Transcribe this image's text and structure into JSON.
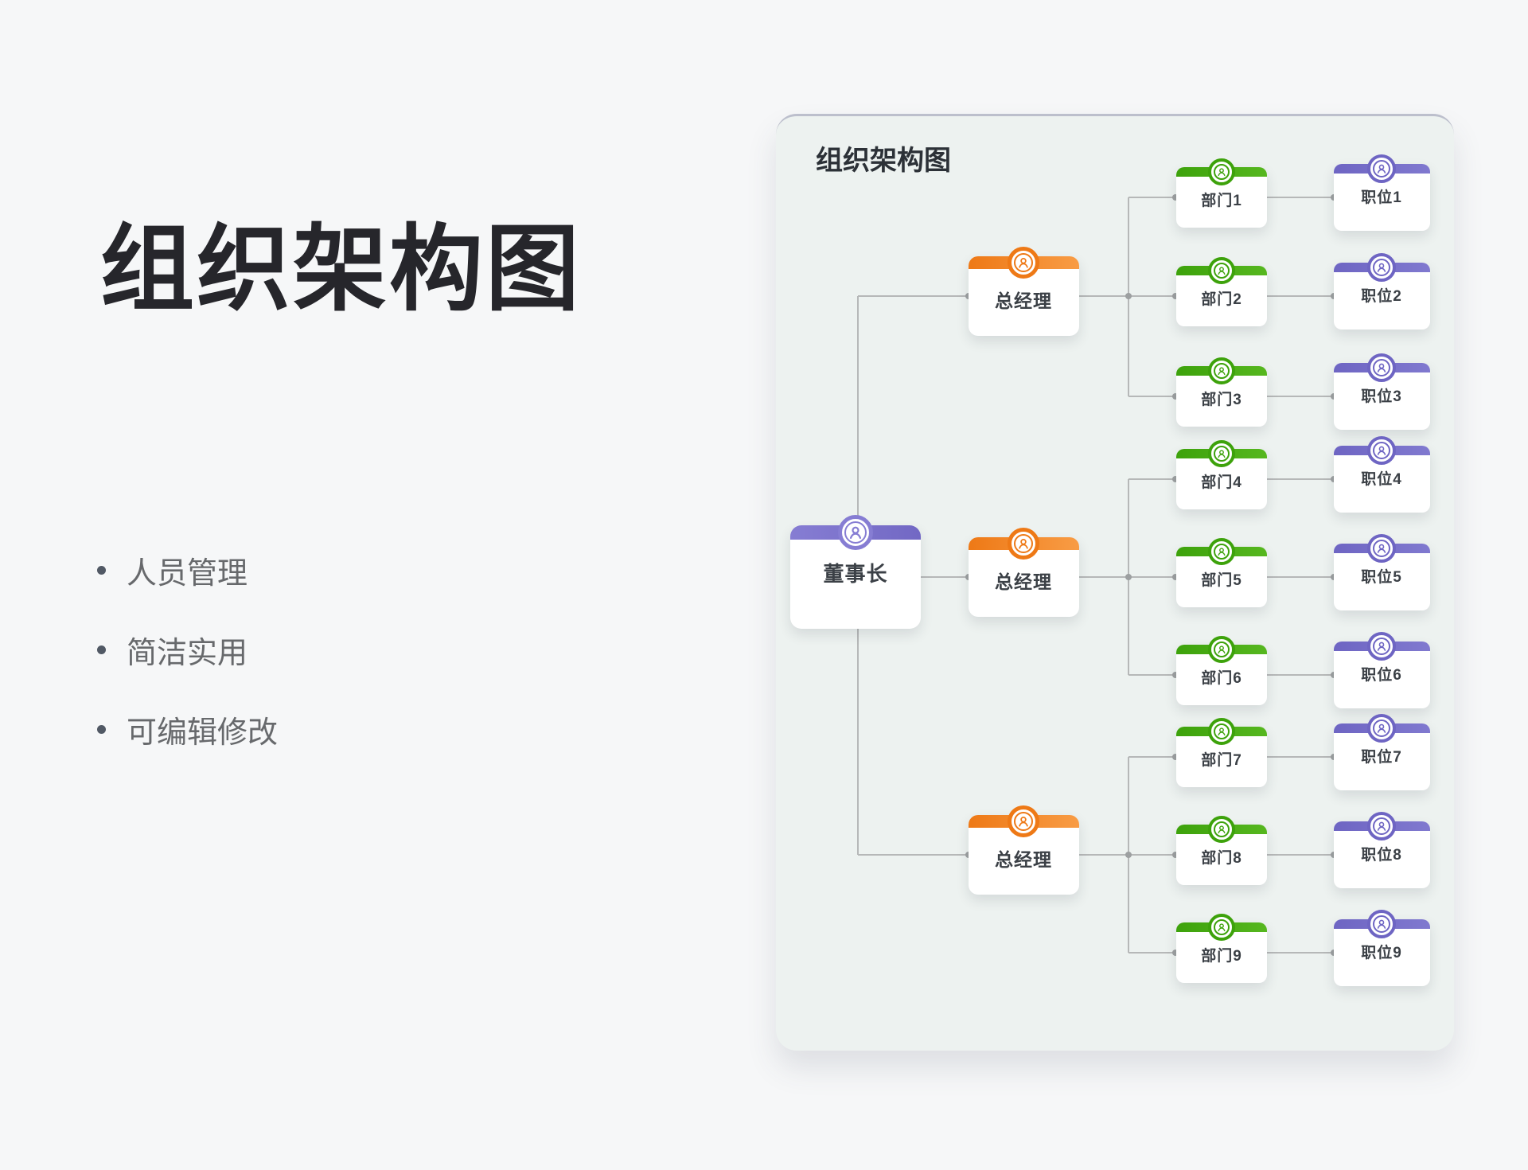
{
  "left_section": {
    "title": "组织架构图",
    "bullets": [
      "人员管理",
      "简洁实用",
      "可编辑修改"
    ]
  },
  "panel": {
    "title": "组织架构图"
  },
  "chart": {
    "type": "org-chart",
    "root_label": "董事长",
    "manager_labels": [
      "总经理",
      "总经理",
      "总经理"
    ],
    "department_labels": [
      "部门1",
      "部门2",
      "部门3",
      "部门4",
      "部门5",
      "部门6",
      "部门7",
      "部门8",
      "部门9"
    ],
    "position_labels": [
      "职位1",
      "职位2",
      "职位3",
      "职位4",
      "职位5",
      "职位6",
      "职位7",
      "职位8",
      "职位9"
    ],
    "colors": {
      "root_bar": [
        "#867dd3",
        "#7268c4"
      ],
      "manager_bar": [
        "#ee7916",
        "#f89c45"
      ],
      "dept_bar": [
        "#3da20b",
        "#56b71f"
      ],
      "pos_bar": [
        "#6e65c3",
        "#8079cf"
      ],
      "line": "#b6b8b8",
      "dot": "#9da0a1",
      "label_text": "#3b4046",
      "page_background": "#f6f7f8",
      "panel_background": "#edf2f0"
    }
  }
}
